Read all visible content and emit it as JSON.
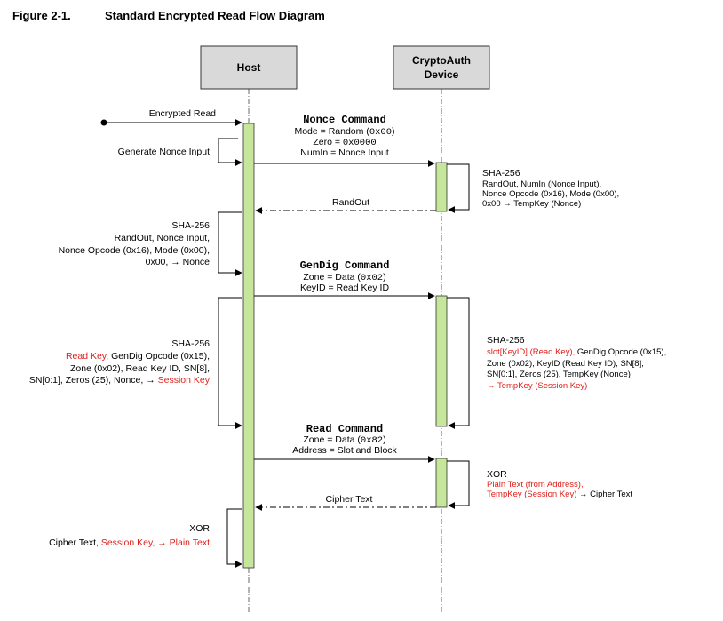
{
  "figure": {
    "number": "Figure 2-1.",
    "title": "Standard Encrypted Read Flow Diagram"
  },
  "participants": {
    "host": "Host",
    "device_line1": "CryptoAuth",
    "device_line2": "Device"
  },
  "labels": {
    "encrypted_read": "Encrypted Read",
    "generate_nonce_input": "Generate Nonce Input"
  },
  "nonce_command": {
    "title": "Nonce Command",
    "mode_pre": "Mode = Random (",
    "mode_val": "0x00",
    "mode_post": ")",
    "zero_pre": "Zero = ",
    "zero_val": "0x0000",
    "numin": "NumIn = Nonce Input"
  },
  "device_sha_1": {
    "title": "SHA-256",
    "l1": "RandOut, NumIn (Nonce Input),",
    "l2": "Nonce Opcode (0x16), Mode (0x00),",
    "l3": "0x00 → TempKey (Nonce)"
  },
  "randout": "RandOut",
  "host_sha_1": {
    "title": "SHA-256",
    "l1": "RandOut, Nonce Input,",
    "l2": "Nonce Opcode (0x16), Mode (0x00),",
    "l3": "0x00, → Nonce"
  },
  "gendig_command": {
    "title": "GenDig Command",
    "zone_pre": "Zone = Data (",
    "zone_val": "0x02",
    "zone_post": ")",
    "keyid": "KeyID = Read Key ID"
  },
  "host_sha_2": {
    "title": "SHA-256",
    "l1_red": "Read Key,",
    "l1_rest": " GenDig Opcode (0x15),",
    "l2": "Zone (0x02), Read Key ID, SN[8],",
    "l3_pre": "SN[0:1], Zeros (25), Nonce, → ",
    "l3_red": "Session Key"
  },
  "device_sha_2": {
    "title": "SHA-256",
    "l1_red": "slot[KeyID] (Read Key),",
    "l1_rest": " GenDig Opcode (0x15),",
    "l2": "Zone (0x02), KeyID (Read Key ID), SN[8],",
    "l3": "SN[0:1], Zeros (25), TempKey (Nonce)",
    "l4_red": "→ TempKey (Session Key)"
  },
  "read_command": {
    "title": "Read Command",
    "zone_pre": "Zone = Data (",
    "zone_val": "0x82",
    "zone_post": ")",
    "address": "Address = Slot and Block"
  },
  "device_xor": {
    "title": "XOR",
    "l1_red": "Plain Text (from Address),",
    "l2_red": "TempKey (Session Key)",
    "l2_rest": " → Cipher Text"
  },
  "cipher_text": "Cipher Text",
  "host_xor": {
    "title": "XOR",
    "l1_pre": "Cipher Text, ",
    "l1_red": "Session Key, → Plain Text"
  }
}
